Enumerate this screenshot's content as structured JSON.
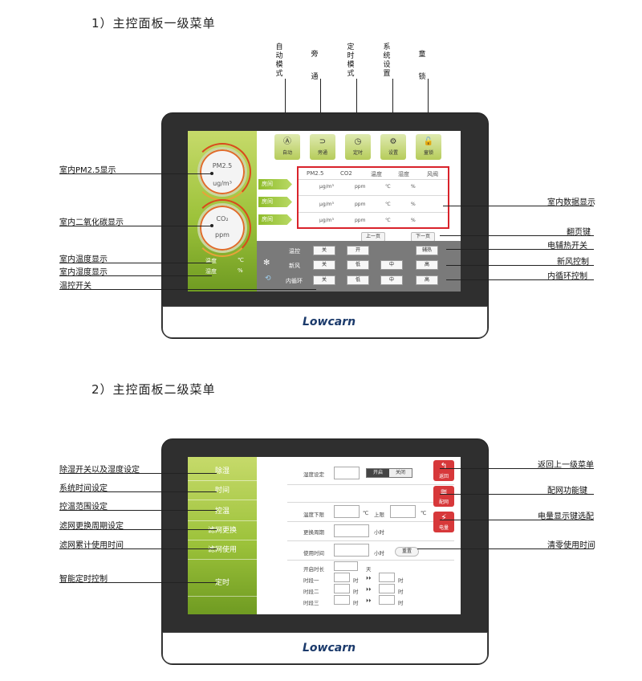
{
  "section1": {
    "title": "1）主控面板一级菜单",
    "top_labels": [
      "自动模式",
      "旁通",
      "定时模式",
      "系统设置",
      "童锁"
    ],
    "toolbar": [
      {
        "icon": "auto-icon",
        "glyph": "Ⓐ",
        "label": "自动"
      },
      {
        "icon": "bypass-icon",
        "glyph": "⊃",
        "label": "旁通"
      },
      {
        "icon": "clock-icon",
        "glyph": "◷",
        "label": "定时"
      },
      {
        "icon": "gear-icon",
        "glyph": "⚙",
        "label": "设置"
      },
      {
        "icon": "lock-icon",
        "glyph": "🔓",
        "label": "童锁"
      }
    ],
    "gauge_pm": {
      "top": "PM2.5",
      "bottom": "ug/m³"
    },
    "gauge_co2": {
      "top": "CO₂",
      "bottom": "ppm"
    },
    "temp_label": "温度",
    "temp_unit": "℃",
    "humid_label": "湿度",
    "humid_unit": "%",
    "table_headers": [
      "PM2.5",
      "CO2",
      "温度",
      "湿度",
      "风阀"
    ],
    "rooms": [
      {
        "tag": "房间",
        "pm": "μg/m³",
        "co2": "ppm",
        "temp": "℃",
        "hum": "%"
      },
      {
        "tag": "房间",
        "pm": "μg/m³",
        "co2": "ppm",
        "temp": "℃",
        "hum": "%"
      },
      {
        "tag": "房间",
        "pm": "μg/m³",
        "co2": "ppm",
        "temp": "℃",
        "hum": "%"
      }
    ],
    "prev_page": "上一页",
    "next_page": "下一页",
    "controls": [
      {
        "label": "温控",
        "buttons": [
          "关",
          "开"
        ],
        "right": "辅热"
      },
      {
        "label": "新风",
        "buttons": [
          "关",
          "低",
          "中",
          "高"
        ]
      },
      {
        "label": "内循环",
        "buttons": [
          "关",
          "低",
          "中",
          "高"
        ]
      }
    ],
    "left_callouts": [
      "室内PM2.5显示",
      "室内二氧化碳显示",
      "室内温度显示",
      "室内湿度显示",
      "温控开关"
    ],
    "right_callouts": [
      "室内数据显示",
      "翻页键",
      "电辅热开关",
      "新风控制",
      "内循环控制"
    ],
    "brand": "Lowcarn"
  },
  "section2": {
    "title": "2）主控面板二级菜单",
    "menu": [
      "除湿",
      "时间",
      "控温",
      "滤网更换",
      "滤网使用",
      "定时"
    ],
    "humid_set": "湿度设定",
    "toggle_on": "开启",
    "toggle_off": "关闭",
    "temp_low": "温度下限",
    "temp_high": "上限",
    "unit_c": "℃",
    "replace_cycle": "更换周期",
    "hours": "小时",
    "use_time": "使用时间",
    "reset": "重置",
    "boot_days": "开启时长",
    "days": "天",
    "slots": [
      "时段一",
      "时段二",
      "时段三"
    ],
    "hour_short": "时",
    "arrow": "⏵⏵",
    "right_buttons": [
      {
        "icon": "back-icon",
        "glyph": "↰",
        "label": "返回"
      },
      {
        "icon": "wifi-icon",
        "glyph": "≋",
        "label": "配网"
      },
      {
        "icon": "power-icon",
        "glyph": "⚡",
        "label": "电量"
      }
    ],
    "left_callouts": [
      "除湿开关以及湿度设定",
      "系统时间设定",
      "控温范围设定",
      "滤网更换周期设定",
      "滤网累计使用时间",
      "智能定时控制"
    ],
    "right_callouts": [
      "返回上一级菜单",
      "配网功能键",
      "电量显示键选配",
      "清零使用时间"
    ],
    "brand": "Lowcarn"
  }
}
